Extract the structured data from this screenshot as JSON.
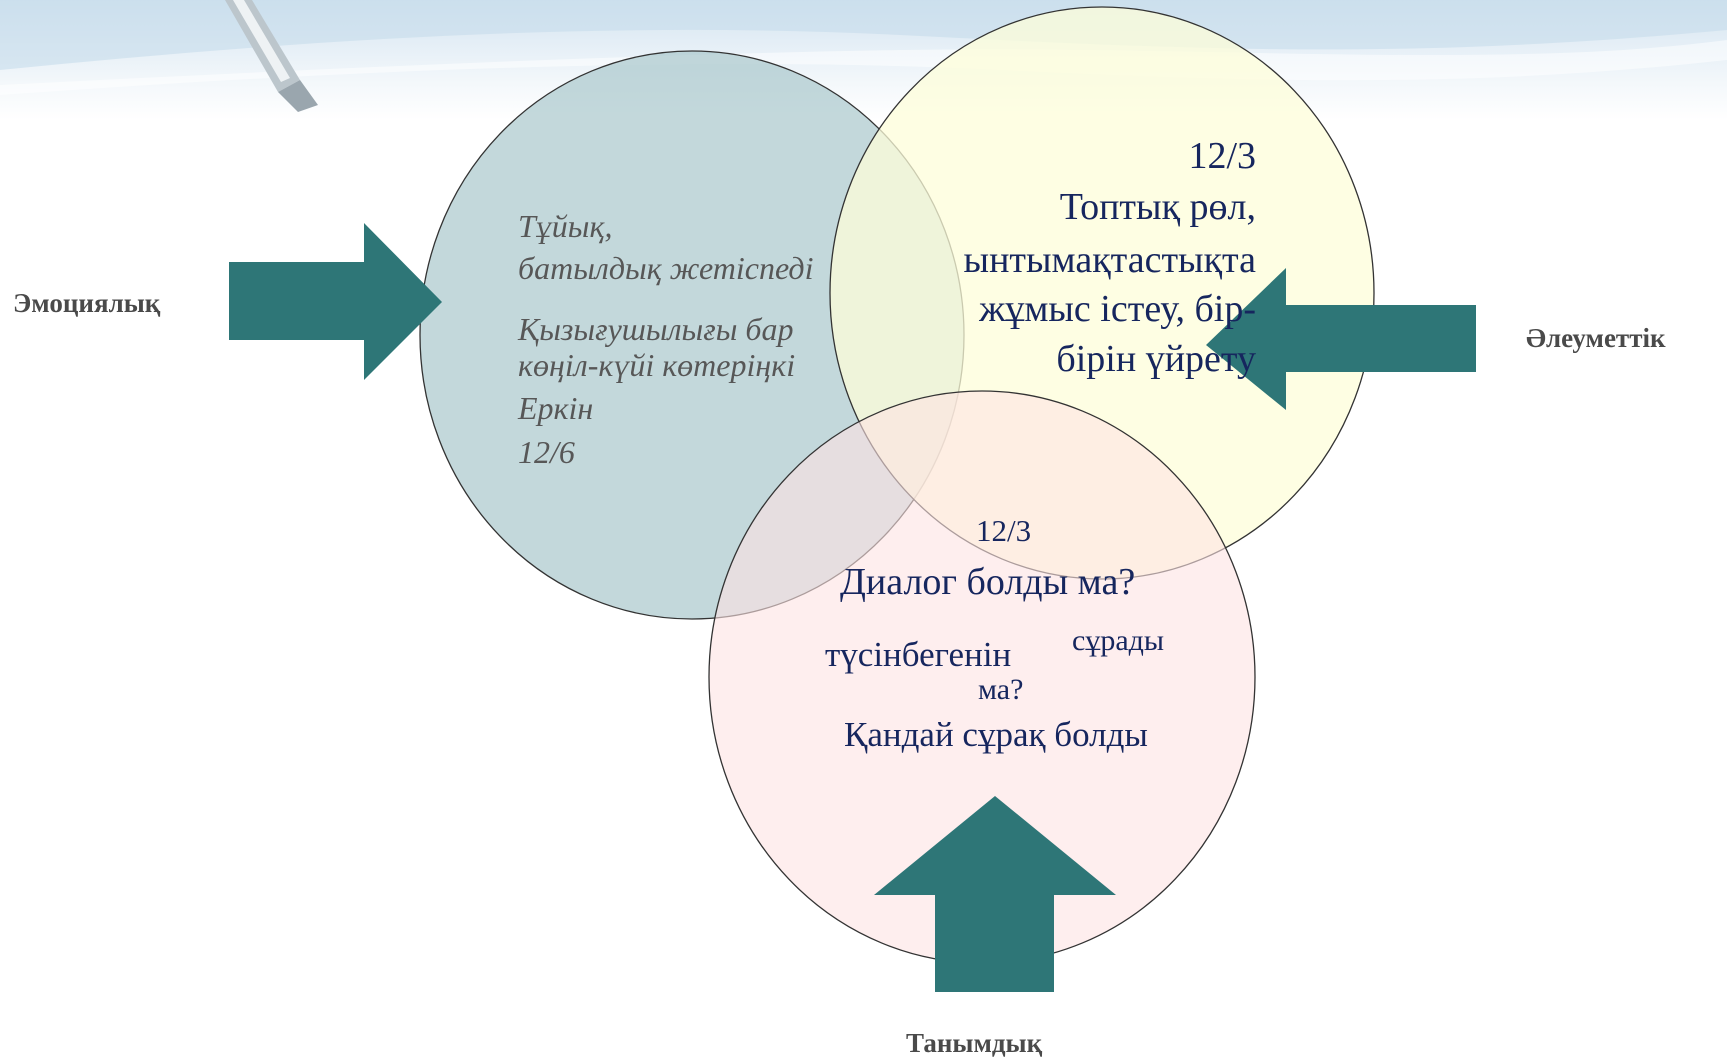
{
  "diagram": {
    "circles": [
      {
        "id": "emotional",
        "fill": "#a9c8cc",
        "opacity": 0.7
      },
      {
        "id": "social",
        "fill": "#fefed9",
        "opacity": 0.75
      },
      {
        "id": "cognitive",
        "fill": "#fde3e3",
        "opacity": 0.6
      }
    ],
    "arrow_color": "#2e7677",
    "labels": {
      "emotional": "Эмоциялық",
      "social": "Әлеуметтік",
      "cognitive": "Танымдық"
    },
    "emotional_text": {
      "line1": "Тұйық,",
      "line2": "батылдық жетіспеді",
      "line3": "Қызығушылығы бар",
      "line4": "көңіл-күйі көтеріңкі",
      "line5": "Еркін",
      "line6": "12/6"
    },
    "social_text": {
      "line1": "12/3",
      "line2": "Топтық рөл,",
      "line3": "ынтымақтастықта",
      "line4": "жұмыс істеу, бір-",
      "line5": "бірін үйрету"
    },
    "cognitive_text": {
      "score": "12/3",
      "question1": "Диалог болды ма?",
      "question2a": "түсінбегенін",
      "question2b": "сұрады",
      "question2c": "ма?",
      "question3": "Қандай сұрақ болды"
    }
  }
}
